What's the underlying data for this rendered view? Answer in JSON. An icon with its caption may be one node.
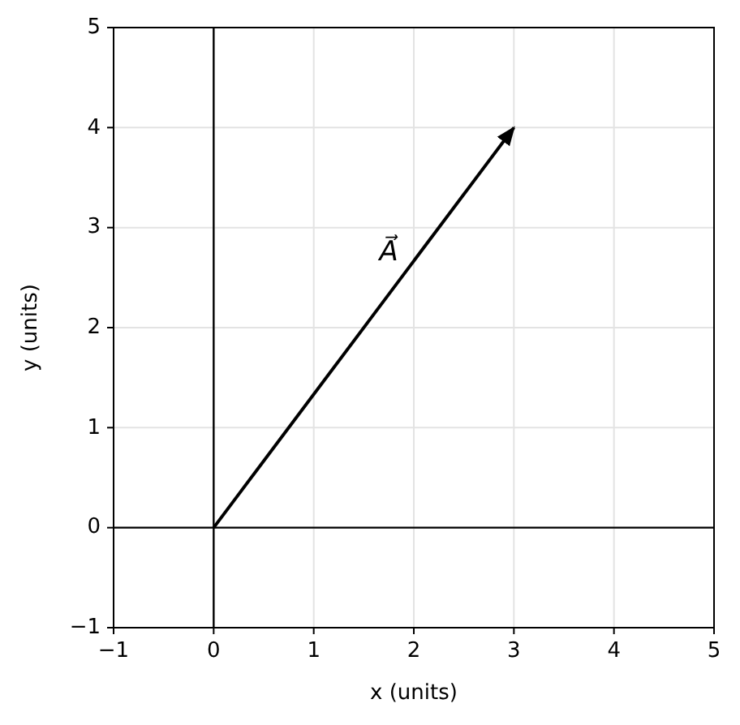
{
  "diagram": {
    "chart_data": {
      "type": "line",
      "xlabel": "x (units)",
      "ylabel": "y (units)",
      "x": [
        0,
        3
      ],
      "series": [
        {
          "color": "#000000",
          "values": [
            0,
            4
          ]
        }
      ],
      "xlim": [
        -1,
        5
      ],
      "ylim": [
        -1,
        5
      ],
      "xticks": [
        -1,
        0,
        1,
        2,
        3,
        4,
        5
      ],
      "yticks": [
        -1,
        0,
        1,
        2,
        3,
        4,
        5
      ],
      "grid": true,
      "annotations": [
        "A⃗"
      ]
    }
  }
}
